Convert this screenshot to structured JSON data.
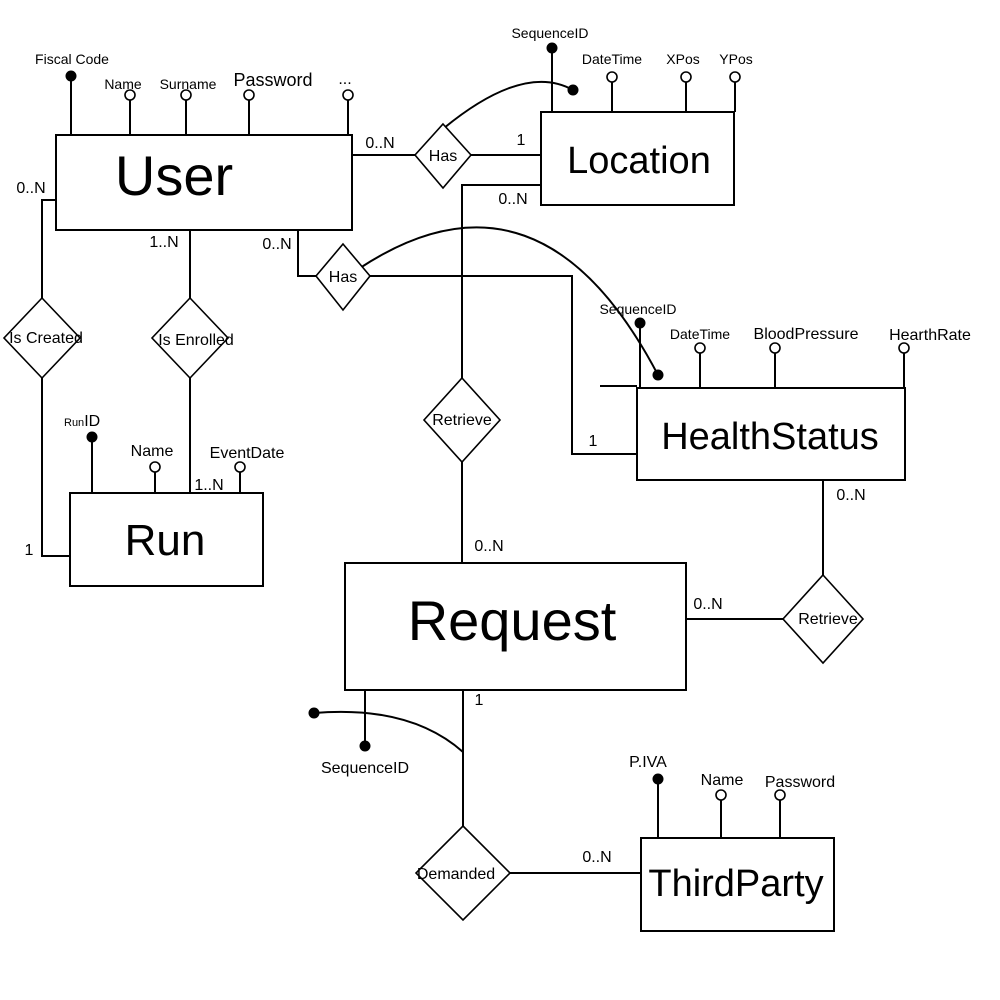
{
  "diagram": {
    "entities": {
      "user": "User",
      "location": "Location",
      "health_status": "HealthStatus",
      "run": "Run",
      "request": "Request",
      "third_party": "ThirdParty"
    },
    "relationships": {
      "user_location": "Has",
      "user_health": "Has",
      "user_run_created": "Is Created",
      "user_run_enrolled": "Is Enrolled",
      "location_request": "Retrieve",
      "health_request": "Retrieve",
      "request_thirdparty": "Demanded"
    },
    "attributes": {
      "user": {
        "fiscal_code": "Fiscal Code",
        "name": "Name",
        "surname": "Surname",
        "password": "Password",
        "more": "..."
      },
      "location": {
        "sequence_id": "SequenceID",
        "date_time": "DateTime",
        "xpos": "XPos",
        "ypos": "YPos"
      },
      "health_status": {
        "sequence_id": "SequenceID",
        "date_time": "DateTime",
        "blood_pressure": "BloodPressure",
        "heart_rate": "HearthRate"
      },
      "run": {
        "run_id_prefix": "Run",
        "run_id_suffix": "ID",
        "name": "Name",
        "event_date": "EventDate"
      },
      "request": {
        "sequence_id": "SequenceID"
      },
      "third_party": {
        "piva": "P.IVA",
        "name": "Name",
        "password": "Password"
      }
    },
    "cardinalities": {
      "user_has_location_user": "0..N",
      "user_has_location_location": "1",
      "user_created_user": "0..N",
      "user_created_run": "1",
      "user_enrolled_user": "1..N",
      "user_enrolled_run": "1..N",
      "user_has_health_user": "0..N",
      "user_has_health_health": "1",
      "location_retrieve_location": "0..N",
      "location_retrieve_request": "0..N",
      "health_retrieve_health": "0..N",
      "health_retrieve_request": "0..N",
      "request_demanded_request": "1",
      "request_demanded_thirdparty": "0..N"
    }
  }
}
